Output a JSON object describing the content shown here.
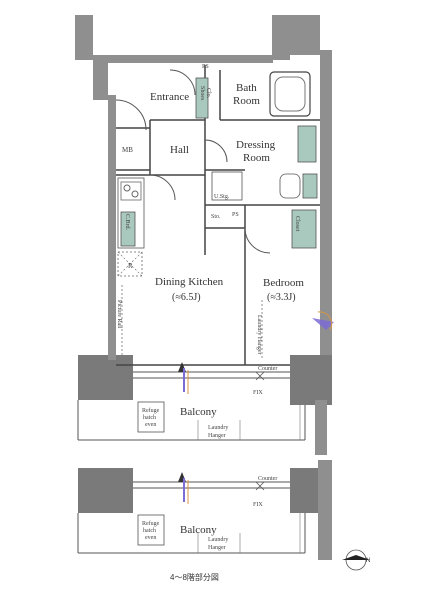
{
  "colors": {
    "wall": "#8f8f8f",
    "wall_dark": "#7a7a7a",
    "fixture_fill": "#a9c8be",
    "line": "#444444",
    "accent": "#7b6bd6",
    "accent_orange": "#d9954a"
  },
  "rooms": {
    "entrance": "Entrance",
    "bath_1": "Bath",
    "bath_2": "Room",
    "hall": "Hall",
    "dressing_1": "Dressing",
    "dressing_2": "Room",
    "dining": "Dining Kitchen",
    "dining_size": "(≈6.5J)",
    "bedroom": "Bedroom",
    "bedroom_size": "(≈3.3J)",
    "balcony": "Balcony",
    "balcony_lower": "Balcony"
  },
  "fixtures": {
    "ps_top": "PS",
    "shoes_1": "Shoes",
    "shoes_2": "Clo.",
    "mb": "MB",
    "up_stg": "U.Stg.",
    "sto": "Sto.",
    "ps_mid": "PS",
    "r": "R",
    "closet": "Closet",
    "cup": "C.Brd.",
    "picture_rail": "Picture Rail",
    "laundry_hanger_v": "Laundry Hanger",
    "counter": "Counter",
    "fix": "FIX",
    "refuge_1": "Refuge",
    "refuge_2": "hatch",
    "refuge_3": "even",
    "laundry_1": "Laundry",
    "laundry_2": "Hanger",
    "counter_lower": "Counter",
    "fix_lower": "FIX",
    "refuge_lower_1": "Refuge",
    "refuge_lower_2": "hatch",
    "refuge_lower_3": "even",
    "laundry_lower_1": "Laundry",
    "laundry_lower_2": "Hanger"
  },
  "caption": "4〜8階部分図",
  "compass": "N"
}
